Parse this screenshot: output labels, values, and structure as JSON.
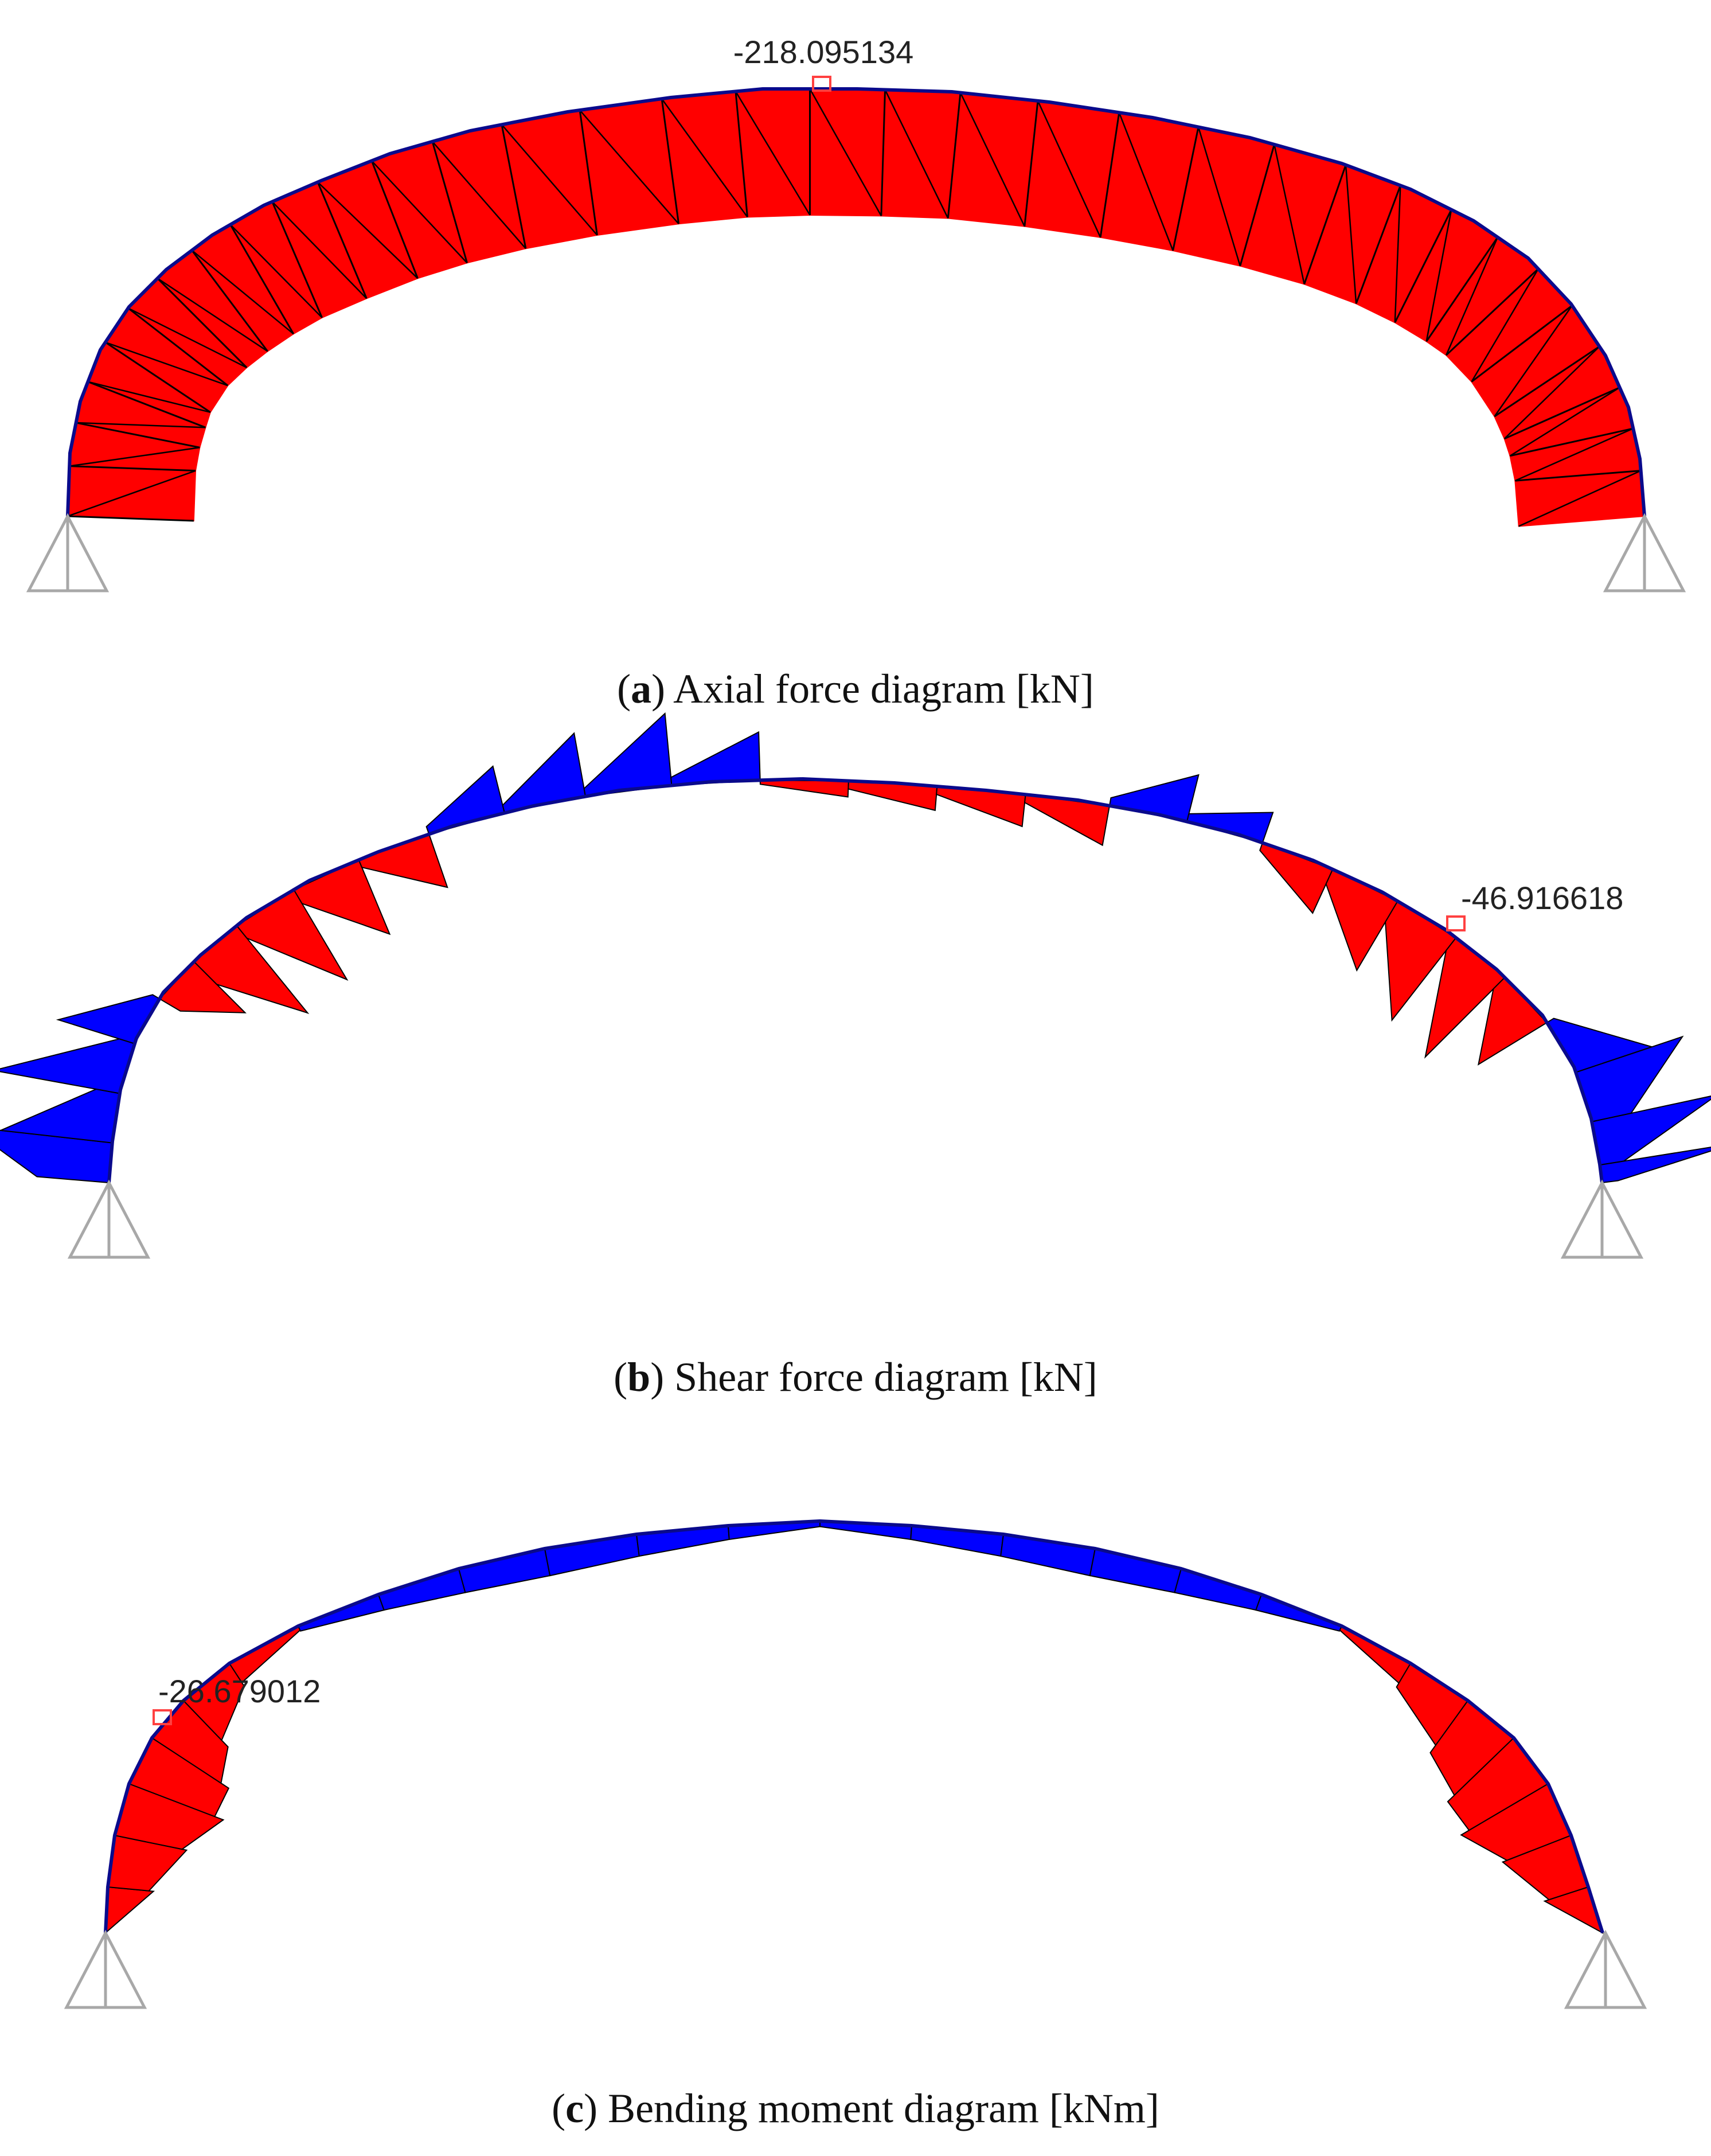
{
  "colors": {
    "compression_fill": "#ff0000",
    "tension_fill": "#0000ff",
    "member_line": "#0a0a8c",
    "support_stroke": "#a8a8a8",
    "marker_stroke": "#ff4040"
  },
  "icons": {
    "support": "pinned-support-icon"
  },
  "panels": [
    {
      "id": "axial",
      "letter": "a",
      "caption": "Axial force diagram [kN]",
      "annotation": "-218.095134"
    },
    {
      "id": "shear",
      "letter": "b",
      "caption": "Shear force diagram [kN]",
      "annotation": "-46.916618"
    },
    {
      "id": "moment",
      "letter": "c",
      "caption": "Bending moment diagram [kNm]",
      "annotation": "-26.679012"
    }
  ]
}
